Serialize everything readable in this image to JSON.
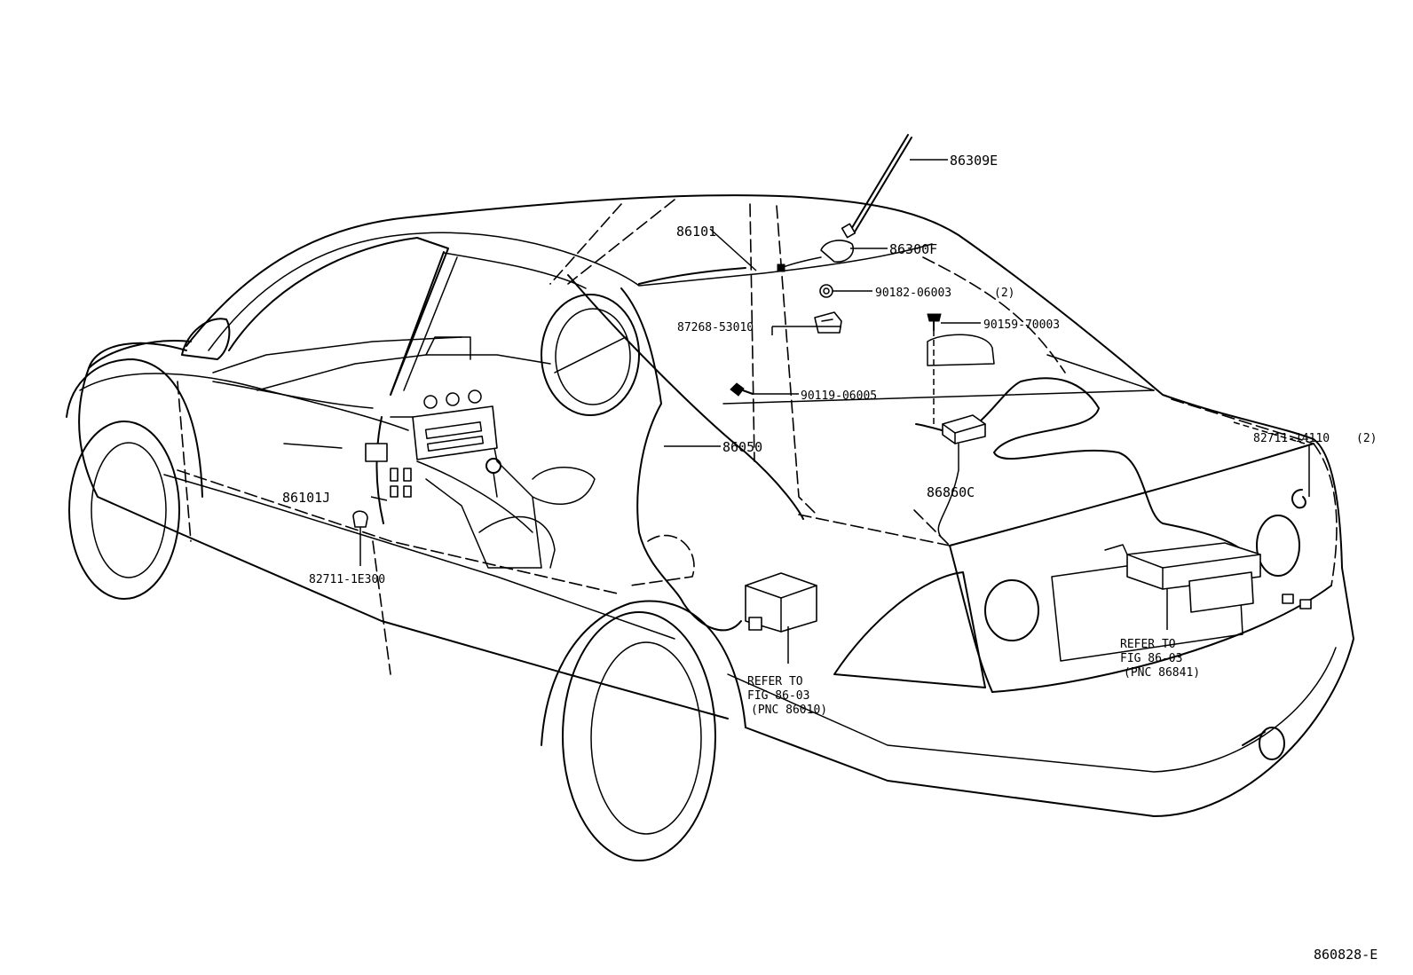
{
  "figure_code": "860828-E",
  "callouts": {
    "antenna_rod": "86309E",
    "antenna_base": "86300F",
    "cord_roof": "86101",
    "nut": "90182-06003",
    "nut_qty": "(2)",
    "bracket": "87268-53010",
    "bolt_rear": "90159-70003",
    "bolt_front": "90119-06005",
    "cord_main": "86050",
    "clamp_rear": "82711-14110",
    "clamp_rear_qty": "(2)",
    "cord_dash": "86101J",
    "amplifier": "86860C",
    "clamp_front": "82711-1E300"
  },
  "references": {
    "front": [
      "REFER TO",
      "FIG 86-03",
      "(PNC 86010)"
    ],
    "rear": [
      "REFER TO",
      "FIG 86-03",
      "(PNC 86841)"
    ]
  }
}
